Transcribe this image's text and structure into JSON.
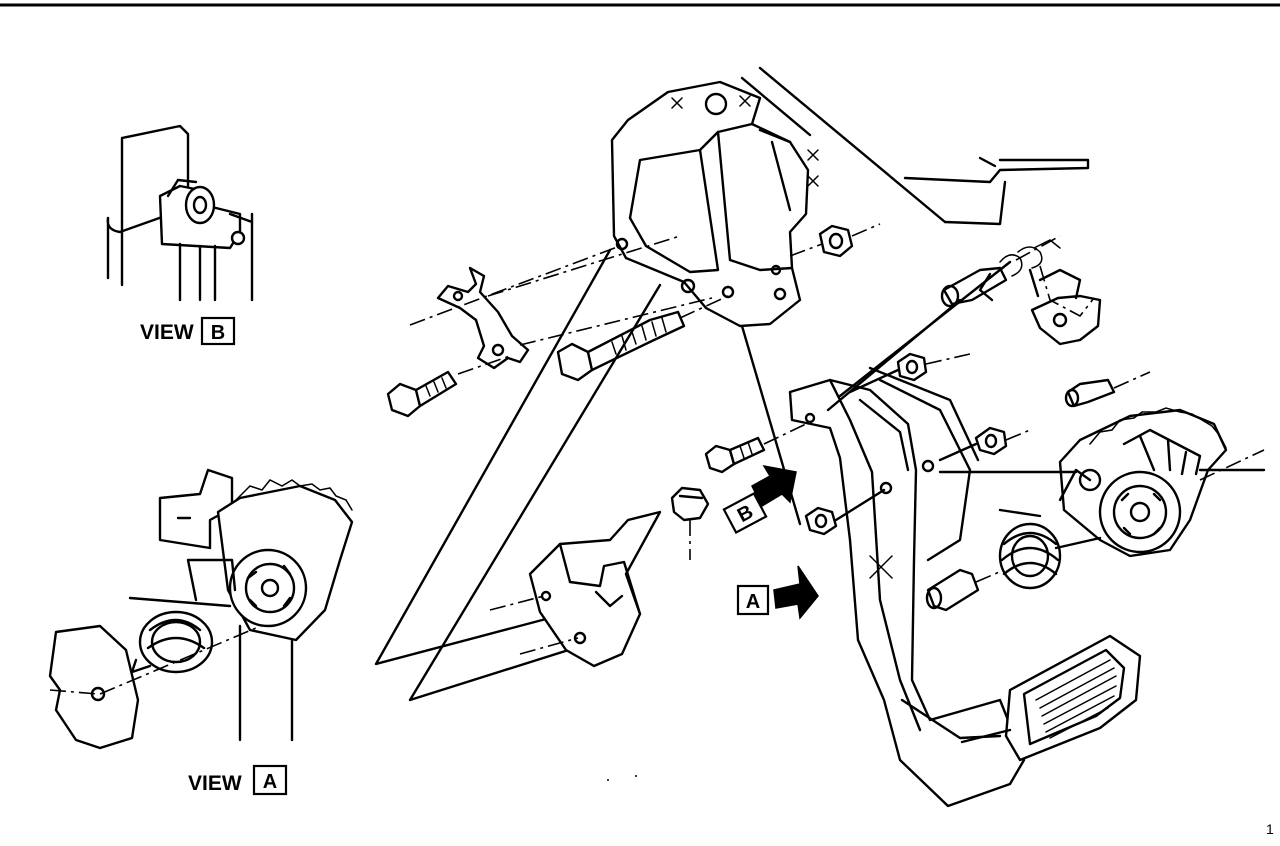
{
  "view_b": {
    "word": "VIEW",
    "letter": "B"
  },
  "view_a": {
    "word": "VIEW",
    "letter": "A"
  },
  "callout_a": {
    "letter": "A"
  },
  "callout_b": {
    "letter": "B"
  },
  "page_number": "1"
}
